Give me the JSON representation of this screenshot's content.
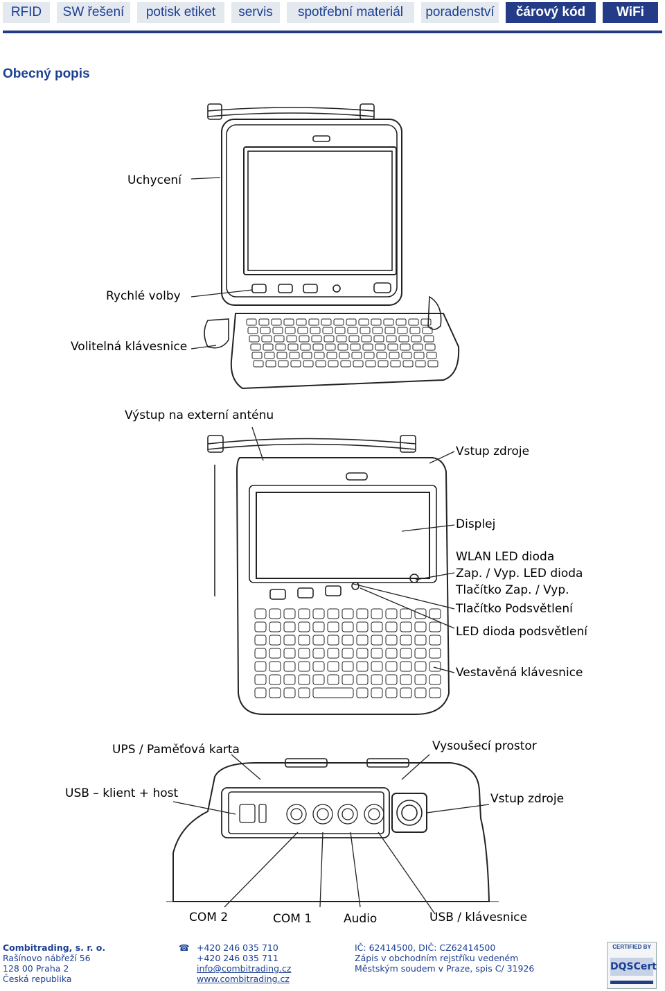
{
  "nav": {
    "tabs": [
      {
        "label": "RFID"
      },
      {
        "label": "SW řešení"
      },
      {
        "label": "potisk etiket"
      },
      {
        "label": "servis"
      },
      {
        "label": "spotřební materiál"
      },
      {
        "label": "poradenství"
      },
      {
        "label": "čárový kód"
      },
      {
        "label": "WiFi"
      }
    ],
    "active_tab": "čárový kód"
  },
  "heading": "Obecný popis",
  "figure1": {
    "labels": [
      "Uchycení",
      "Rychlé volby",
      "Volitelná klávesnice"
    ]
  },
  "figure2": {
    "labels": [
      "Výstup na externí anténu",
      "Vstup zdroje",
      "Displej",
      "WLAN LED dioda",
      "Zap. / Vyp.  LED dioda",
      "Tlačítko Zap. / Vyp.",
      "Tlačítko Podsvětlení",
      "LED dioda podsvětlení",
      "Vestavěná klávesnice"
    ]
  },
  "figure3": {
    "labels": [
      "UPS / Paměťová karta",
      "Vysoušecí prostor",
      "USB – klient + host",
      "Vstup zdroje",
      "COM 2",
      "COM 1",
      "Audio",
      "USB / klávesnice"
    ]
  },
  "footer": {
    "company": "Combitrading, s. r. o.",
    "street": "Rašínovo nábřeží 56",
    "city": "128 00  Praha 2",
    "country": "Česká republika",
    "phone_icon": "phone-icon",
    "phone1": "+420 246 035 710",
    "phone2": "+420 246 035 711",
    "email": "info@combitrading.cz",
    "web": "www.combitrading.cz",
    "ids": "IČ: 62414500, DIČ: CZ62414500",
    "register1": "Zápis v obchodním rejstříku vedeném",
    "register2": "Městským soudem v Praze, spis C/ 31926",
    "cert_top": "CERTIFIED BY",
    "cert_logo": "DQSCert"
  },
  "colors": {
    "nav_bg": "#e4e8ef",
    "nav_text": "#1a3f93",
    "nav_active": "#243c87",
    "heading": "#1a3f93"
  }
}
